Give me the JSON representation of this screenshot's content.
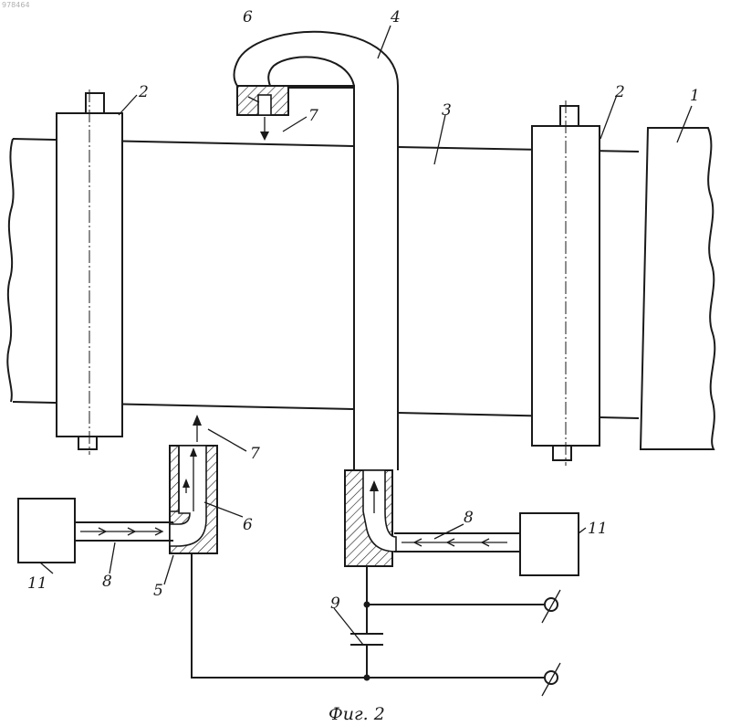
{
  "corner_code": "978464",
  "caption": "Фиг. 2",
  "labels": {
    "l1": "1",
    "l2a": "2",
    "l2b": "2",
    "l3": "3",
    "l4": "4",
    "l5": "5",
    "l6a": "6",
    "l6b": "6",
    "l7a": "7",
    "l7b": "7",
    "l8a": "8",
    "l8b": "8",
    "l9": "9",
    "l11a": "11",
    "l11b": "11"
  }
}
